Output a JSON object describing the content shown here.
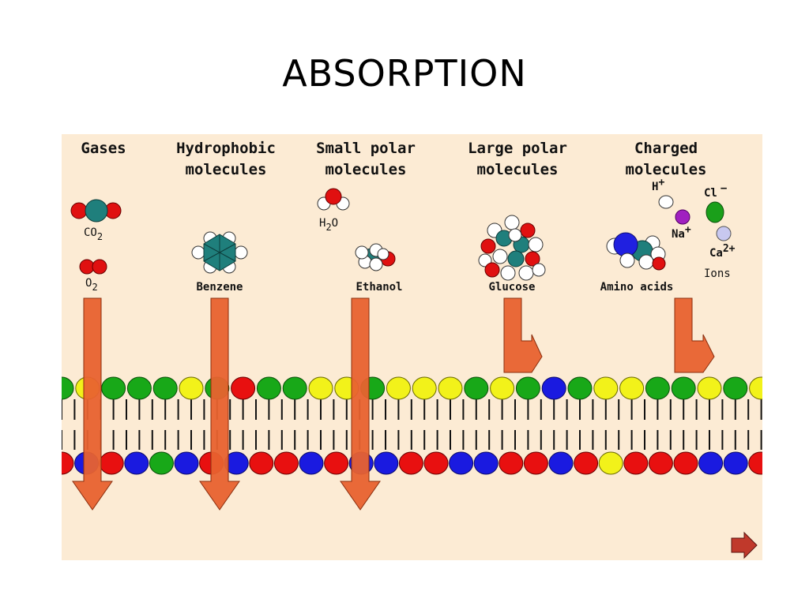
{
  "slide": {
    "title": "ABSORPTION"
  },
  "diagram": {
    "background_color": "#fcebd4",
    "arrow_color": "#e8622f",
    "categories": [
      {
        "line1": "Gases",
        "line2": ""
      },
      {
        "line1": "Hydrophobic",
        "line2": "molecules"
      },
      {
        "line1": "Small polar",
        "line2": "molecules"
      },
      {
        "line1": "Large polar",
        "line2": "molecules"
      },
      {
        "line1": "Charged",
        "line2": "molecules"
      }
    ],
    "molecules": {
      "co2": "CO",
      "co2_sub": "2",
      "o2": "O",
      "o2_sub": "2",
      "water": "H",
      "water_sub": "2",
      "water_end": "O",
      "benzene": "Benzene",
      "ethanol": "Ethanol",
      "glucose": "Glucose",
      "amino_acids": "Amino acids"
    },
    "ions": {
      "h": "H",
      "h_charge": "+",
      "cl": "Cl",
      "cl_charge": "−",
      "na": "Na",
      "na_charge": "+",
      "ca": "Ca",
      "ca_charge": "2+",
      "label": "Ions"
    },
    "membrane": {
      "top_row_colors": [
        "green",
        "yellow",
        "green",
        "green",
        "green",
        "yellow",
        "green",
        "red",
        "green",
        "green",
        "yellow",
        "yellow",
        "green",
        "yellow",
        "yellow",
        "yellow",
        "green",
        "yellow",
        "green",
        "blue",
        "green",
        "yellow",
        "yellow",
        "green",
        "green",
        "yellow",
        "green",
        "yellow"
      ],
      "bottom_row_colors": [
        "red",
        "blue",
        "red",
        "blue",
        "green",
        "blue",
        "red",
        "blue",
        "red",
        "red",
        "blue",
        "red",
        "blue",
        "blue",
        "red",
        "red",
        "blue",
        "blue",
        "red",
        "red",
        "blue",
        "red",
        "yellow",
        "red",
        "red",
        "red",
        "blue",
        "blue",
        "red"
      ]
    },
    "next_icon": "next-arrow-icon"
  }
}
